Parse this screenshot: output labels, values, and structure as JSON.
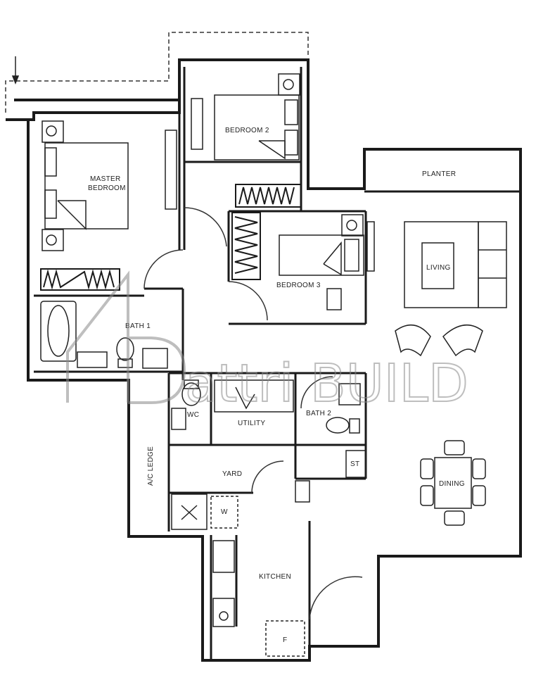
{
  "rooms": {
    "master_bedroom_line1": "MASTER",
    "master_bedroom_line2": "BEDROOM",
    "bedroom2": "BEDROOM 2",
    "bedroom3": "BEDROOM 3",
    "bath1": "BATH 1",
    "bath2": "BATH 2",
    "wc": "WC",
    "utility": "UTILITY",
    "yard": "YARD",
    "ac_ledge": "A/C LEDGE",
    "kitchen": "KITCHEN",
    "planter": "PLANTER",
    "living": "LIVING",
    "dining": "DINING",
    "store": "ST",
    "fridge": "F",
    "washer": "W"
  },
  "watermark": "attri BUILD",
  "colors": {
    "wall": "#1a1a1a",
    "line": "#333333",
    "watermark": "#8a8a8a"
  }
}
